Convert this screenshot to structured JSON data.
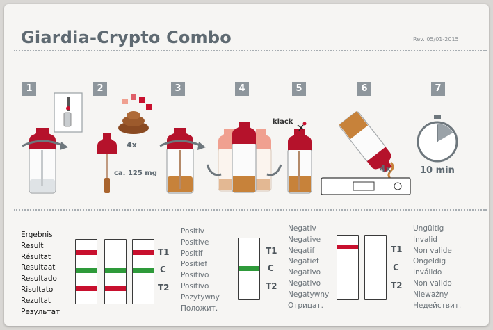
{
  "header": {
    "title": "Giardia-Crypto Combo",
    "revision": "Rev. 05/01-2015"
  },
  "steps": [
    {
      "number": "1"
    },
    {
      "number": "2",
      "annotation_count": "4x",
      "annotation_amount": "ca. 125 mg"
    },
    {
      "number": "3"
    },
    {
      "number": "4"
    },
    {
      "number": "5",
      "annotation_sound": "klack"
    },
    {
      "number": "6",
      "annotation_count": "4x"
    },
    {
      "number": "7",
      "annotation_time": "10 min",
      "timer_fraction": 0.167
    }
  ],
  "results": {
    "languages": [
      "Ergebnis",
      "Result",
      "Résultat",
      "Resultaat",
      "Resultado",
      "Risultato",
      "Rezultat",
      "Результат"
    ],
    "band_labels": {
      "t1": "T1",
      "c": "C",
      "t2": "T2"
    },
    "positive": {
      "words": [
        "Positiv",
        "Positive",
        "Positif",
        "Positief",
        "Positivo",
        "Positivo",
        "Pozytywny",
        "Положит."
      ],
      "strips": [
        {
          "t1": true,
          "c": true,
          "t2": true
        },
        {
          "t1": false,
          "c": true,
          "t2": true
        },
        {
          "t1": true,
          "c": true,
          "t2": false
        }
      ]
    },
    "negative": {
      "words": [
        "Negativ",
        "Negative",
        "Négatif",
        "Negatief",
        "Negativo",
        "Negativo",
        "Negatywny",
        "Отрицат."
      ],
      "strips": [
        {
          "t1": false,
          "c": true,
          "t2": false
        }
      ]
    },
    "invalid": {
      "words": [
        "Ungültig",
        "Invalid",
        "Non valide",
        "Ongeldig",
        "Inválido",
        "Non valido",
        "Nieważny",
        "Недействит."
      ],
      "strips": [
        {
          "t1": true,
          "c": false,
          "t2": false
        },
        {
          "t1": false,
          "c": false,
          "t2": false
        }
      ]
    }
  },
  "colors": {
    "red_band": "#c8102e",
    "green_band": "#2e9a3a",
    "cap_red": "#b5122b",
    "step_badge": "#8e969c",
    "title": "#5f6a72"
  }
}
